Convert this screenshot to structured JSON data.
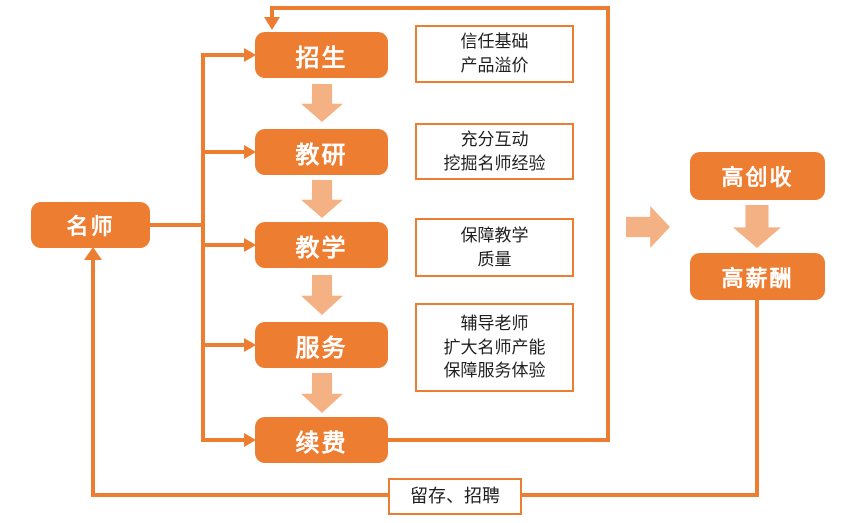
{
  "colors": {
    "primary": "#ED7D31",
    "light": "#F4B183",
    "ink": "#1f1f1f",
    "bg": "#ffffff"
  },
  "nodes": {
    "source": {
      "label": "名师"
    },
    "stages": [
      {
        "label": "招生"
      },
      {
        "label": "教研"
      },
      {
        "label": "教学"
      },
      {
        "label": "服务"
      },
      {
        "label": "续费"
      }
    ],
    "notes": [
      {
        "lines": [
          "信任基础",
          "产品溢价"
        ]
      },
      {
        "lines": [
          "充分互动",
          "挖掘名师经验"
        ]
      },
      {
        "lines": [
          "保障教学",
          "质量"
        ]
      },
      {
        "lines": [
          "辅导老师",
          "扩大名师产能",
          "保障服务体验"
        ]
      }
    ],
    "outcomes": [
      {
        "label": "高创收"
      },
      {
        "label": "高薪酬"
      }
    ],
    "feedback": {
      "label": "留存、招聘"
    }
  }
}
